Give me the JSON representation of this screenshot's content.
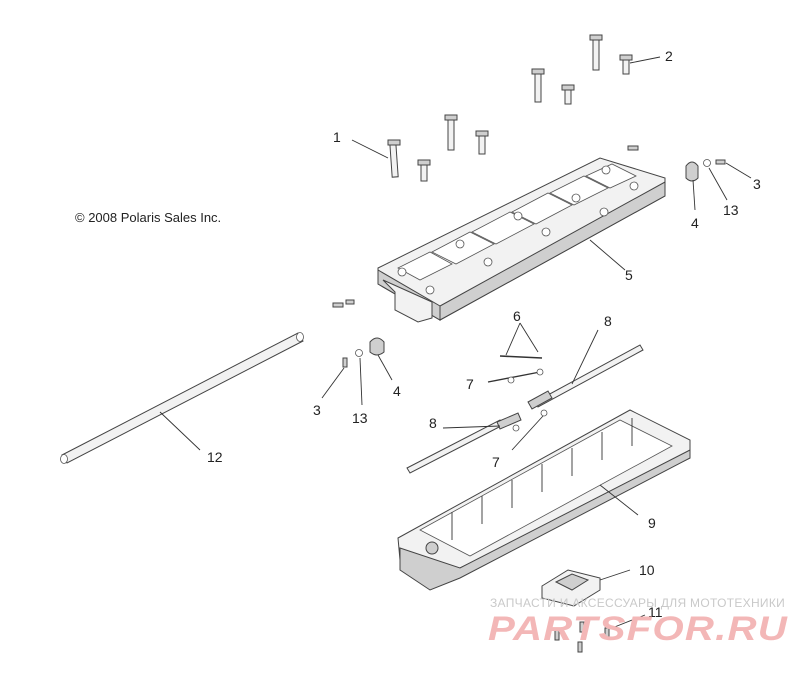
{
  "copyright": "© 2008 Polaris Sales Inc.",
  "watermark": {
    "tagline": "ЗАПЧАСТИ И АКСЕССУАРЫ ДЛЯ МОТОТЕХНИКИ",
    "brand": "PARTSFOR.RU",
    "color": "#f3b7b7"
  },
  "callouts": {
    "c1": "1",
    "c2": "2",
    "c3a": "3",
    "c3b": "3",
    "c4a": "4",
    "c4b": "4",
    "c5": "5",
    "c6": "6",
    "c7a": "7",
    "c7b": "7",
    "c8a": "8",
    "c8b": "8",
    "c9": "9",
    "c10": "10",
    "c11": "11",
    "c12": "12",
    "c13a": "13",
    "c13b": "13"
  }
}
